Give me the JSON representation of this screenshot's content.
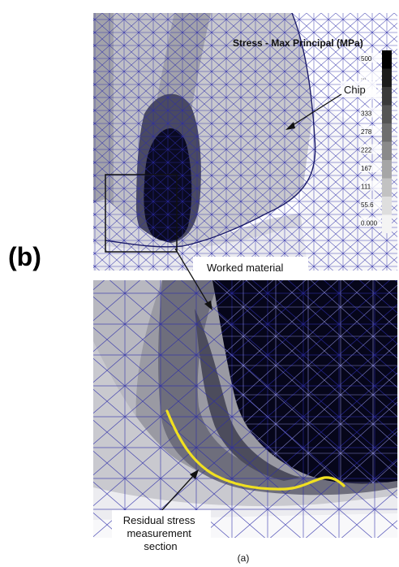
{
  "figure": {
    "side_label": "(b)",
    "caption": "(a)",
    "top_panel": {
      "title": "Stress - Max Principal (MPa)",
      "chip_label": "Chip",
      "worked_material_label": "Worked material",
      "legend_values": [
        "500",
        "...",
        "...",
        "333",
        "278",
        "222",
        "167",
        "111",
        "55.6",
        "0.000"
      ],
      "legend_shades": [
        "#000000",
        "#1c1c1c",
        "#3a3a3a",
        "#555555",
        "#6e6e6e",
        "#8a8a8a",
        "#a6a6a6",
        "#c2c2c2",
        "#dedede",
        "#f4f4f4"
      ]
    },
    "bottom_panel": {
      "residual_label_line1": "Residual stress",
      "residual_label_line2": "measurement",
      "residual_label_line3": "section"
    },
    "colors": {
      "mesh": "#2a2aa8",
      "measurement_curve": "#f0e020",
      "dark_zone": "#06061a"
    }
  }
}
